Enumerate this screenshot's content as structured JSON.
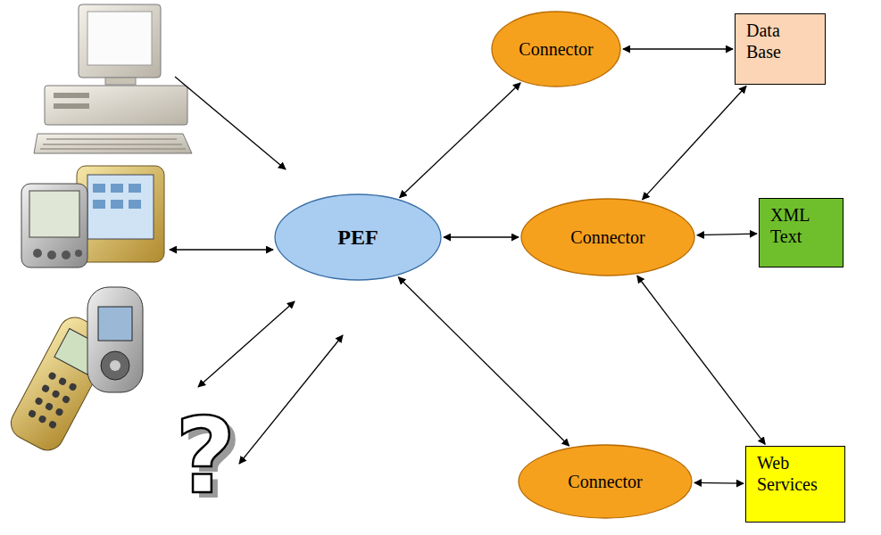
{
  "diagram": {
    "nodes": [
      {
        "text": [
          "Connector"
        ]
      },
      {
        "text": [
          "Data Base"
        ]
      },
      {
        "text": [
          "PEF"
        ]
      },
      {
        "text": [
          "Connector"
        ]
      },
      {
        "text": [
          "XML Text"
        ]
      },
      {
        "text": [
          "Connector"
        ]
      },
      {
        "text": [
          "Web Services"
        ]
      }
    ],
    "edges": [
      {
        "from": 2,
        "to": 0,
        "arrow": "both"
      },
      {
        "from": 0,
        "to": 1,
        "arrow": "both"
      },
      {
        "from": 2,
        "to": 3,
        "arrow": "both"
      },
      {
        "from": 3,
        "to": 1,
        "arrow": "both"
      },
      {
        "from": 3,
        "to": 4,
        "arrow": "both"
      },
      {
        "from": 3,
        "to": 6,
        "arrow": "both"
      },
      {
        "from": 2,
        "to": 5,
        "arrow": "both"
      },
      {
        "from": 5,
        "to": 6,
        "arrow": "both"
      }
    ],
    "labels": [
      "?"
    ]
  }
}
